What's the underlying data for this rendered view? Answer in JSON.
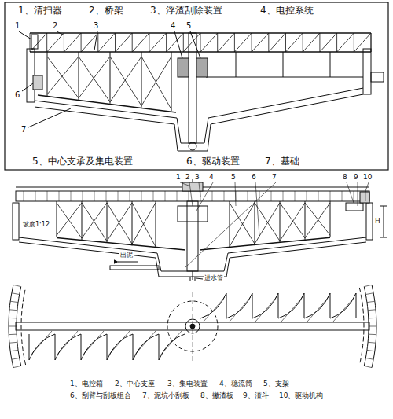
{
  "diagram": {
    "labels": [
      "1、清扫器",
      "2、桥架",
      "3、浮渣刮除装置",
      "4、电控系统",
      "1",
      "2",
      "3",
      "4",
      "5",
      "6",
      "7",
      "5、中心支承及集电装置",
      "6、驱动装置",
      "7、基础",
      "1",
      "2",
      "3",
      "4",
      "5",
      "6",
      "7",
      "8",
      "9",
      "10",
      "坡度1:12",
      "H",
      "出泥",
      "进水管",
      "1、电控箱",
      "2、中心支座",
      "3、集电装置",
      "4、稳流筒",
      "5、支架",
      "6、刮臂与刮板组合",
      "7、泥坑小刮板",
      "8、撇渣板",
      "9、渣斗",
      "10、驱动机构"
    ]
  }
}
